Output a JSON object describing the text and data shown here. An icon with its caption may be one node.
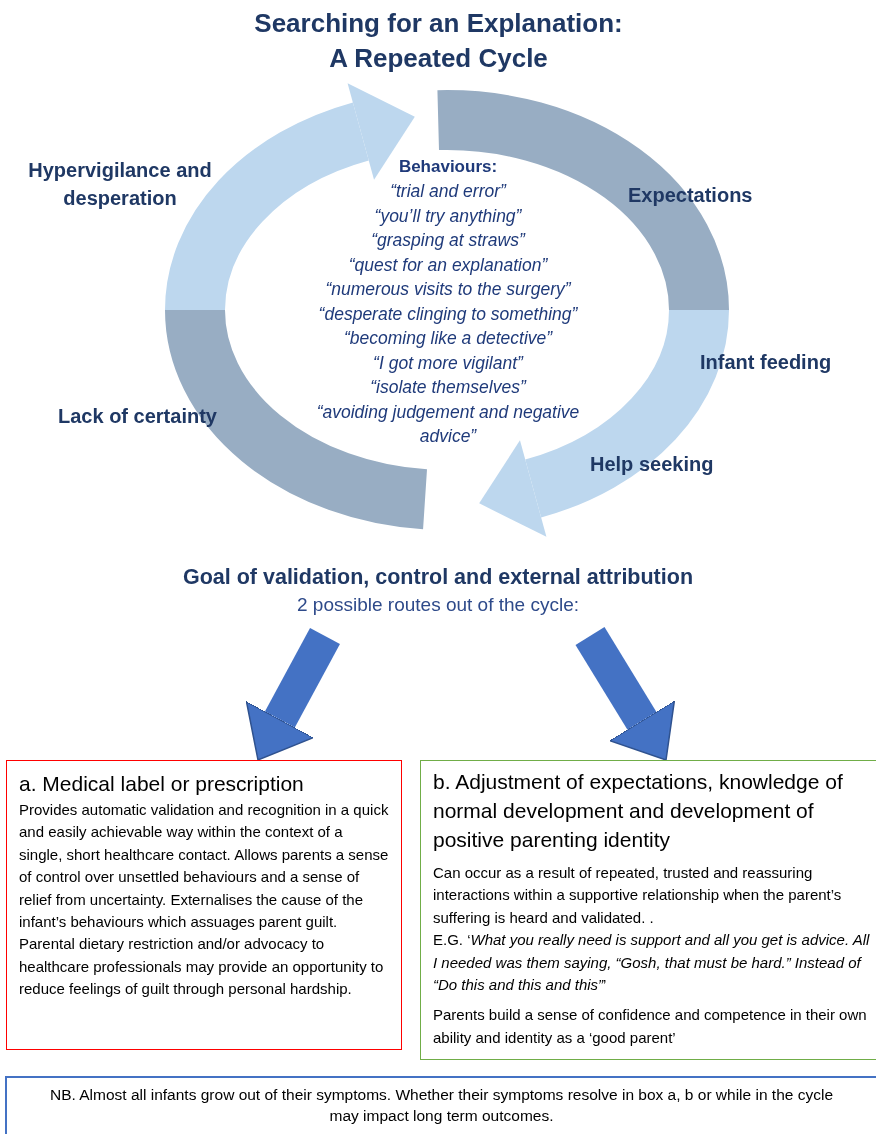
{
  "diagram": {
    "title": "Searching for an Explanation: A Repeated Cycle",
    "nodes": [
      {
        "text": [
          "Goal of validation, control and external attribution",
          "2 possible routes out of the cycle:"
        ]
      },
      {
        "text": [
          "a. Medical label or prescription",
          "Provides automatic validation and recognition in a quick and easily achievable way within the context of a single, short healthcare contact. Allows parents a sense of control over unsettled behaviours and a sense of relief from uncertainty. Externalises the cause of the infant’s behaviours which assuages parent guilt. Parental dietary restriction and/or advocacy to healthcare professionals may provide an opportunity to reduce feelings of guilt through personal hardship."
        ]
      },
      {
        "text": [
          "b. Adjustment of expectations, knowledge of normal development and development of positive parenting identity",
          "Can occur as a result of repeated, trusted and reassuring interactions within a supportive relationship when the parent’s suffering is heard and validated. .",
          "E.G. ‘*What you really need is support and all you get is advice. All I needed was them saying, “Gosh, that must be hard.” Instead of “Do this and this and this”*’",
          "Parents build a sense of confidence and competence in their own ability and identity as a ‘good parent’"
        ]
      },
      {
        "text": [
          "NB. Almost all infants grow out of their symptoms. Whether their symptoms resolve in box a, b or while in the cycle may impact long term outcomes."
        ]
      }
    ],
    "edges": [
      {
        "from": 0,
        "to": 1,
        "arrow": "to"
      },
      {
        "from": 0,
        "to": 2,
        "arrow": "to"
      }
    ],
    "labels": [
      "Hypervigilance and desperation",
      "Expectations",
      "Infant feeding",
      "Help seeking",
      "Lack of certainty",
      "Behaviours:",
      "“trial and error”",
      "“you’ll try anything”",
      "“grasping at straws”",
      "“quest for an explanation”",
      "“numerous visits to the surgery”",
      "“desperate clinging to something”",
      "“becoming like a detective”",
      "“I got more vigilant”",
      "“isolate themselves”",
      "“avoiding judgement and negative advice”"
    ]
  }
}
